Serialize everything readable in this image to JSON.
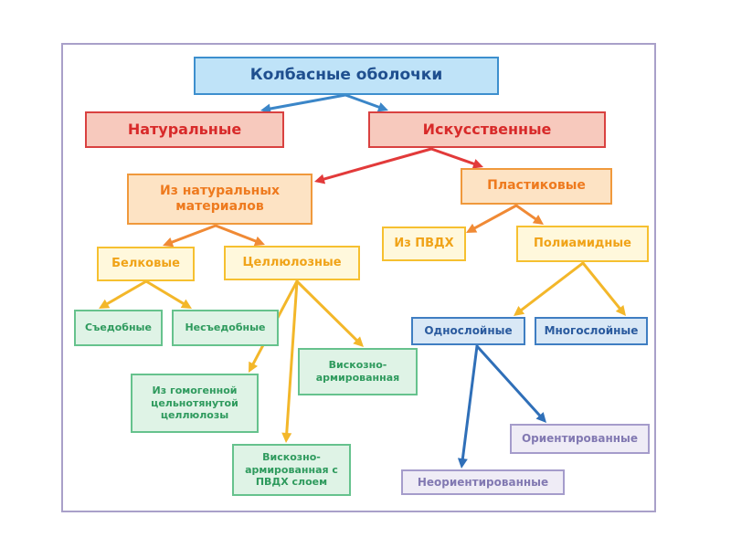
{
  "diagram": {
    "nodes": {
      "root": "Колбасные оболочки",
      "natural": "Натуральные",
      "artificial": "Искусственные",
      "from_natural": "Из натуральных материалов",
      "plastic": "Пластиковые",
      "protein": "Белковые",
      "cellulose": "Целлюлозные",
      "pvdc": "Из ПВДХ",
      "polyamide": "Полиамидные",
      "edible": "Съедобные",
      "inedible": "Несъедобные",
      "single_layer": "Однослойные",
      "multi_layer": "Многослойные",
      "homogeneous": "Из гомогенной цельнотянутой целлюлозы",
      "viscose": "Вискозно-армированная",
      "viscose_pvdc": "Вискозно-армированная с ПВДХ слоем",
      "oriented": "Ориентированные",
      "non_oriented": "Неориентированные"
    },
    "colors": {
      "root_arrow": "#3b86c8",
      "red_arrow": "#e23a3a",
      "orange_arrow": "#f08a35",
      "yellow_arrow": "#f3b72a",
      "blue_arrow": "#2f6fb8"
    }
  }
}
